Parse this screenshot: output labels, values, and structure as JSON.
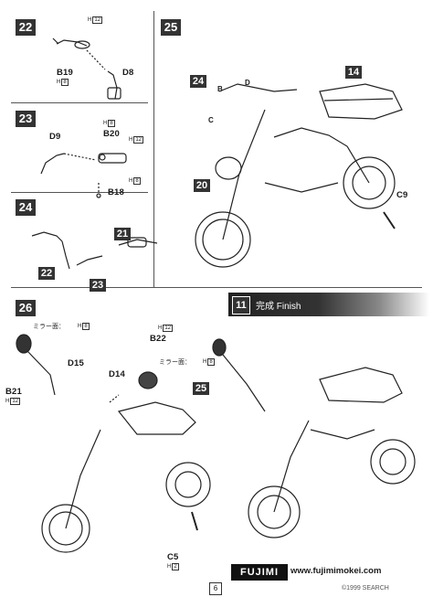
{
  "steps": {
    "s22": "22",
    "s23": "23",
    "s24": "24",
    "s25": "25",
    "s26": "26",
    "s21": "21",
    "s20": "20",
    "s14": "14",
    "s24b": "24",
    "s22b": "22",
    "s23b": "23",
    "s25b": "25"
  },
  "labels": {
    "b19": "B19",
    "d8": "D8",
    "d9": "D9",
    "b20": "B20",
    "b18": "B18",
    "c9": "C9",
    "b_letter": "B",
    "c_letter": "C",
    "d_letter": "D",
    "b22": "B22",
    "d14": "D14",
    "d15": "D15",
    "b21": "B21",
    "c5": "C5"
  },
  "hcodes": {
    "h": "H",
    "h12": "12",
    "h8": "8",
    "h2": "2"
  },
  "jp": {
    "mirror1": "ミラー面：",
    "mirror2": "ミラー面："
  },
  "finish": {
    "num": "11",
    "text": "完成  Finish"
  },
  "footer": {
    "logo": "FUJIMI",
    "url": "www.fujimimokei.com",
    "page": "6",
    "watermark": "©1999 SEARCH"
  }
}
